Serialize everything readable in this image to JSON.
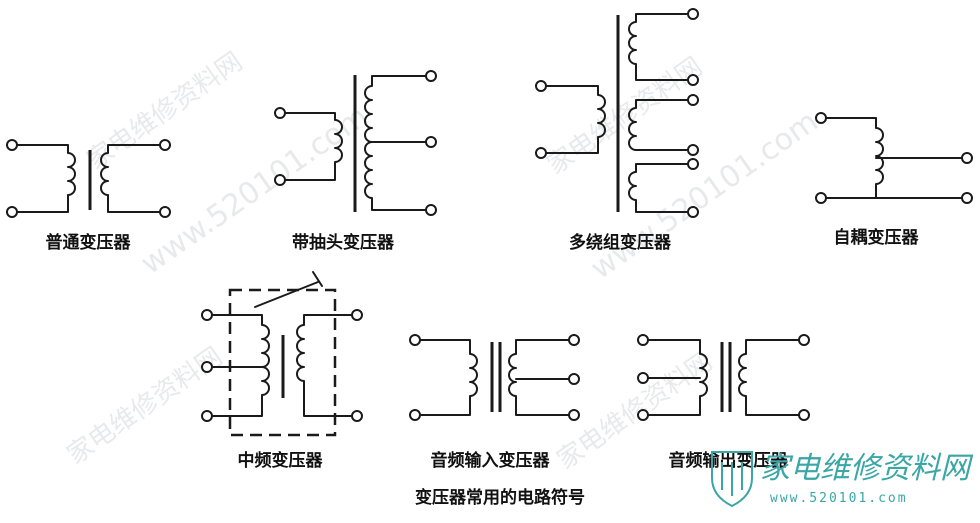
{
  "labels": {
    "ordinary": "普通变压器",
    "tapped": "带抽头变压器",
    "multi_winding": "多绕组变压器",
    "auto": "自耦变压器",
    "if": "中频变压器",
    "audio_in": "音频输入变压器",
    "audio_out": "音频输出变压器"
  },
  "caption": "变压器常用的电路符号",
  "watermarks": {
    "site_cn": "家电维修资料网",
    "site_num": "www.520101.com"
  },
  "logo": {
    "title": "家电维修资料网",
    "url": "www.520101.com"
  },
  "colors": {
    "line": "#1a1a1a",
    "logo": "#3aa6a6",
    "watermark": "#9aa0a6"
  }
}
